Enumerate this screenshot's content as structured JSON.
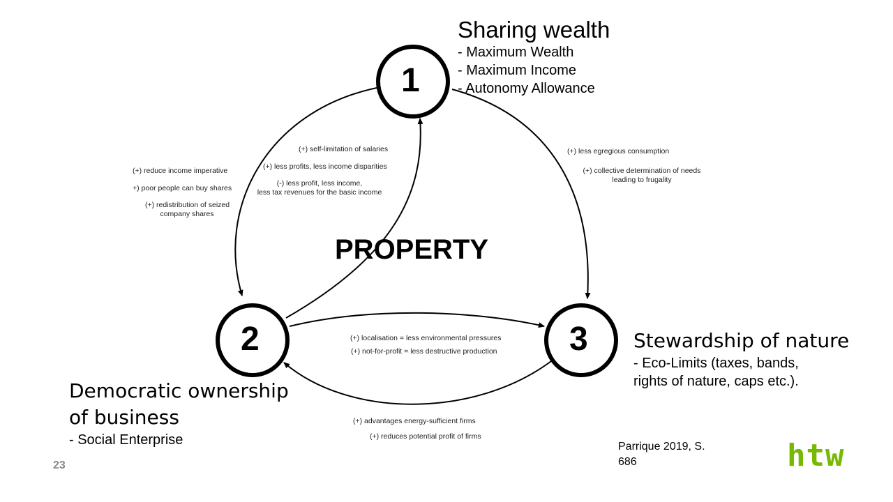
{
  "center_label": "PROPERTY",
  "nodes": [
    {
      "number": "1",
      "title": "Sharing wealth",
      "items": [
        "- Maximum Wealth",
        "- Maximum Income",
        "- Autonomy Allowance"
      ]
    },
    {
      "number": "2",
      "title_lines": [
        "Democratic ownership",
        "of business"
      ],
      "items": [
        "- Social Enterprise"
      ]
    },
    {
      "number": "3",
      "title": "Stewardship of nature",
      "items": [
        "-   Eco-Limits (taxes, bands,",
        "rights of nature, caps etc.)."
      ]
    }
  ],
  "edges": {
    "1_to_2": [
      "(+) reduce income imperative",
      "+) poor people can buy shares",
      "(+) redistribution of seized",
      "company shares"
    ],
    "2_to_1": [
      "(+) self-limitation of salaries",
      "(+) less profits, less income disparities",
      "(-) less profit, less income,",
      "less tax revenues for the basic income"
    ],
    "1_to_3": [
      "(+) less egregious consumption",
      "(+) collective determination of needs",
      "leading to frugality"
    ],
    "2_to_3": [
      "(+) localisation = less environmental pressures",
      "(+) not-for-profit = less destructive production"
    ],
    "3_to_2": [
      "(+) advantages energy-sufficient firms",
      "(+) reduces potential profit of firms"
    ]
  },
  "citation": [
    "Parrique 2019, S.",
    "686"
  ],
  "slide_number": "23",
  "logo": {
    "text": "htw",
    "color": "#76b900"
  }
}
